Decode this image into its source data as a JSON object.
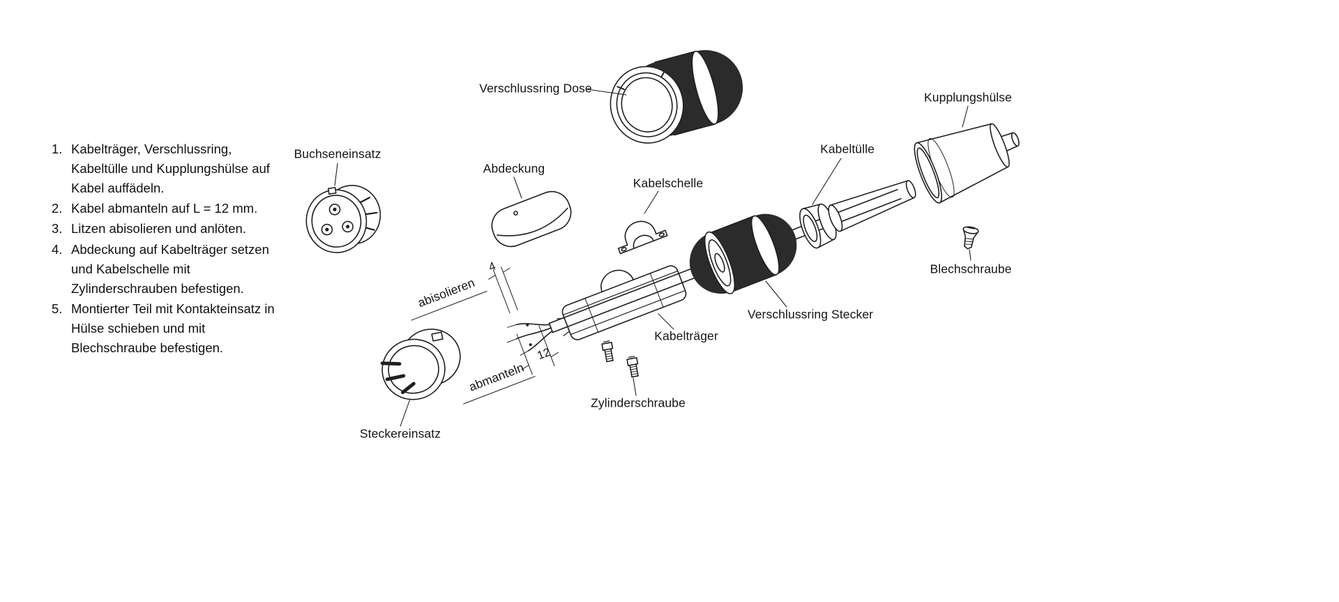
{
  "colors": {
    "line": "#1f1f1f",
    "knurl": "#2b2b2b",
    "background": "#ffffff"
  },
  "instructions": {
    "steps": [
      {
        "num": "1.",
        "text": "Kabelträger, Verschlussring, Kabeltülle und Kupplungshülse auf Kabel auffädeln."
      },
      {
        "num": "2.",
        "text": "Kabel abmanteln auf L = 12 mm."
      },
      {
        "num": "3.",
        "text": "Litzen abisolieren und anlöten."
      },
      {
        "num": "4.",
        "text": "Abdeckung auf Kabelträger setzen und Kabelschelle mit Zylinderschrauben befestigen."
      },
      {
        "num": "5.",
        "text": "Montierter Teil mit Kontakteinsatz in Hülse schieben und mit Blechschraube befestigen."
      }
    ]
  },
  "labels": {
    "verschlussring_dose": "Verschlussring Dose",
    "kupplungshuelse": "Kupplungshülse",
    "buchseneinsatz": "Buchseneinsatz",
    "abdeckung": "Abdeckung",
    "kabelschelle": "Kabelschelle",
    "kabeltuelle": "Kabeltülle",
    "blechschraube": "Blechschraube",
    "verschlussring_stecker": "Verschlussring Stecker",
    "kabeltraeger": "Kabelträger",
    "zylinderschraube": "Zylinderschraube",
    "steckereinsatz": "Steckereinsatz",
    "abisolieren": "abisolieren",
    "abmanteln": "abmanteln"
  },
  "dimensions": {
    "abisolieren_mm": "4",
    "abmanteln_mm": "12"
  }
}
